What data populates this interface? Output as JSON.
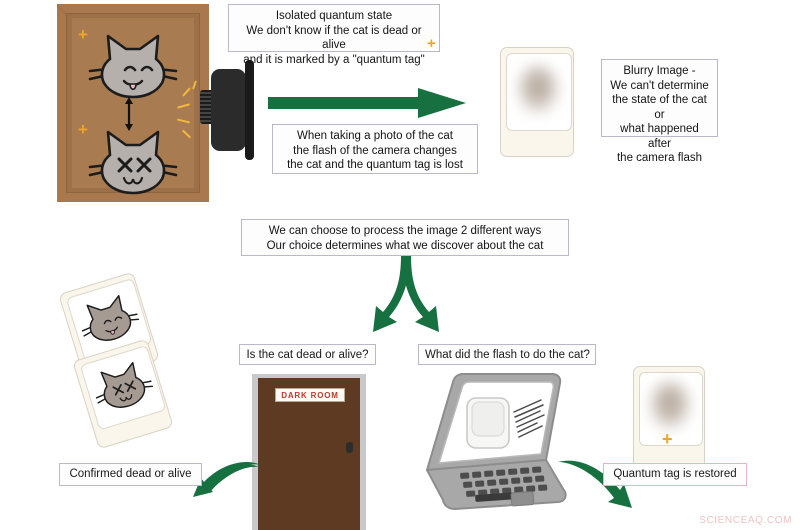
{
  "diagram": {
    "title": "Quantum eraser cat thought experiment diagram",
    "watermark": "SCIENCEAQ.COM",
    "colors": {
      "arrow_green": "#16703f",
      "quantum_tag_orange": "#f0a32a",
      "wood_brown": "#a9784e",
      "door_brown": "#5d3a21",
      "dark_room_text_red": "#c0392b",
      "callout_border": "#b9b9c9",
      "pink_callout_border": "#e8b3bd",
      "watermark_pink": "#f0c3c3"
    }
  },
  "callouts": {
    "isolated_state": "Isolated quantum state\nWe don't know if the cat is dead or alive\nand it is marked by a \"quantum tag\"",
    "camera_flash": "When taking a photo of the cat\nthe flash of the camera changes\nthe cat and the quantum tag is lost",
    "blurry_image": "Blurry Image -\nWe can't determine\nthe state of the cat or\nwhat happened after\nthe camera flash",
    "choice": "We can choose to process the image 2 different ways\nOur choice determines what we discover about the cat",
    "branch_left": "Is the cat dead or alive?",
    "branch_right": "What did the flash to do the cat?",
    "result_left": "Confirmed dead or alive",
    "result_right": "Quantum tag is restored"
  },
  "objects": {
    "quantum_tag_symbol": "+",
    "door_sign": "DARK ROOM",
    "cat_alive_name": "alive-cat-face",
    "cat_dead_name": "dead-cat-face",
    "camera_name": "camera",
    "laptop_name": "laptop",
    "blurry_photo_name": "blurry-photo"
  }
}
